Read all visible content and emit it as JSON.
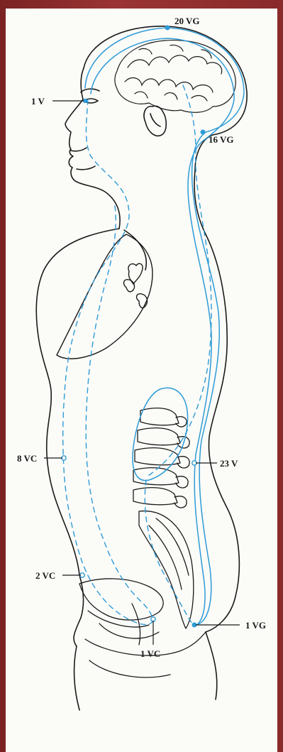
{
  "colors": {
    "meridian": "#2e9bd6",
    "outline": "#1a1a1a",
    "paper": "#fbfbf8",
    "frame": "#8b2a2a"
  },
  "points": {
    "p20vg": "20 VG",
    "p1v": "1 V",
    "p16vg": "16 VG",
    "p23v": "23 V",
    "p8vc": "8 VC",
    "p2vc": "2 VC",
    "p1vg": "1 VG",
    "p1vc": "1 VC"
  }
}
